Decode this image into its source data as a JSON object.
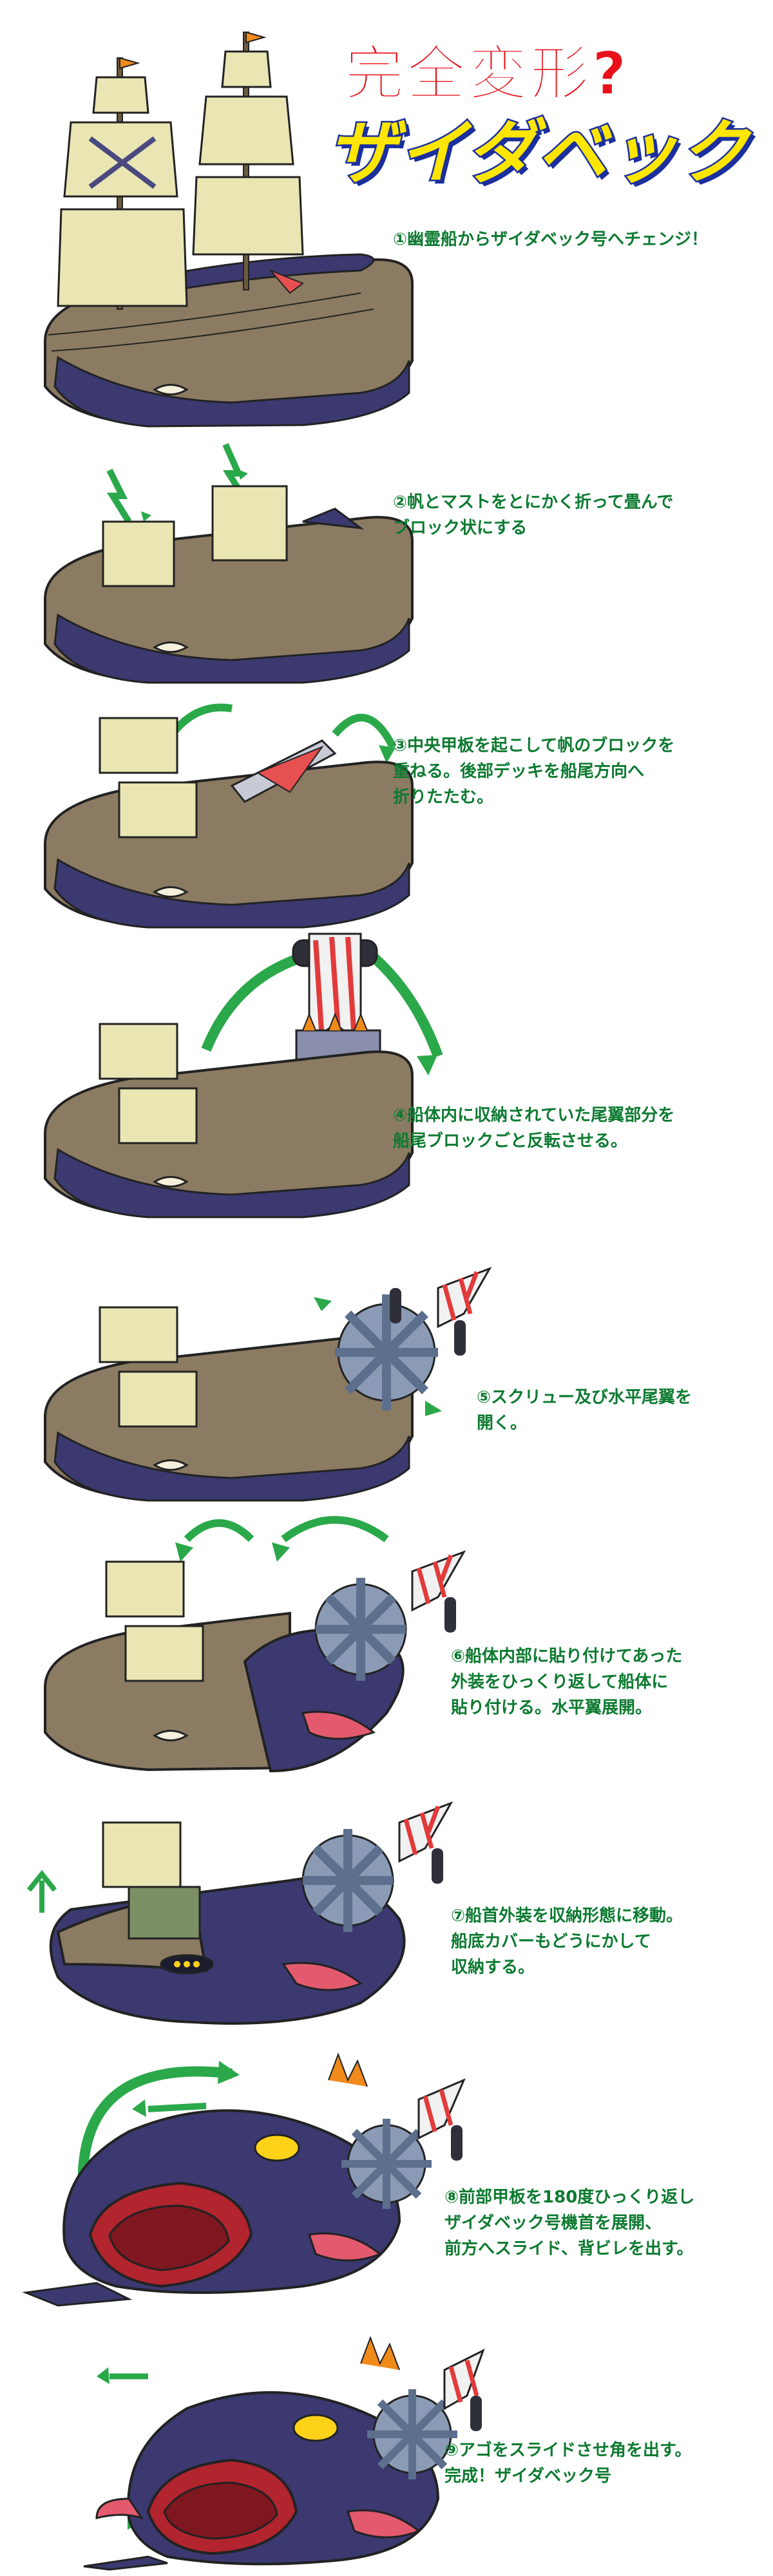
{
  "title": {
    "line1": "完全変形?",
    "line2": "ザイダベック"
  },
  "colors": {
    "caption": "#0c7a30",
    "title_red": "#e8111a",
    "title_yellow": "#ffe600",
    "title_blue": "#1b2f9e",
    "hull_brown": "#8b7b62",
    "hull_navy": "#3b3970",
    "sail": "#e9e6b4",
    "arrow_green": "#2aa84a"
  },
  "steps": [
    {
      "lines": [
        "①幽霊船からザイダベック号へチェンジ！"
      ]
    },
    {
      "lines": [
        "②帆とマストをとにかく折って畳んで",
        "ブロック状にする"
      ]
    },
    {
      "lines": [
        "③中央甲板を起こして帆のブロックを",
        "重ねる。後部デッキを船尾方向へ",
        "折りたたむ。"
      ]
    },
    {
      "lines": [
        "④船体内に収納されていた尾翼部分を",
        "船尾ブロックごと反転させる。"
      ]
    },
    {
      "lines": [
        "⑤スクリュー及び水平尾翼を",
        "開く。"
      ]
    },
    {
      "lines": [
        "⑥船体内部に貼り付けてあった",
        "外装をひっくり返して船体に",
        "貼り付ける。水平翼展開。"
      ]
    },
    {
      "lines": [
        "⑦船首外装を収納形態に移動。",
        "船底カバーもどうにかして",
        "収納する。"
      ]
    },
    {
      "lines": [
        "⑧前部甲板を180度ひっくり返し",
        "ザイダベック号機首を展開、",
        "前方へスライド、背ビレを出す。"
      ]
    },
    {
      "lines": [
        "⑨アゴをスライドさせ角を出す。",
        "完成！ザイダベック号"
      ]
    }
  ]
}
